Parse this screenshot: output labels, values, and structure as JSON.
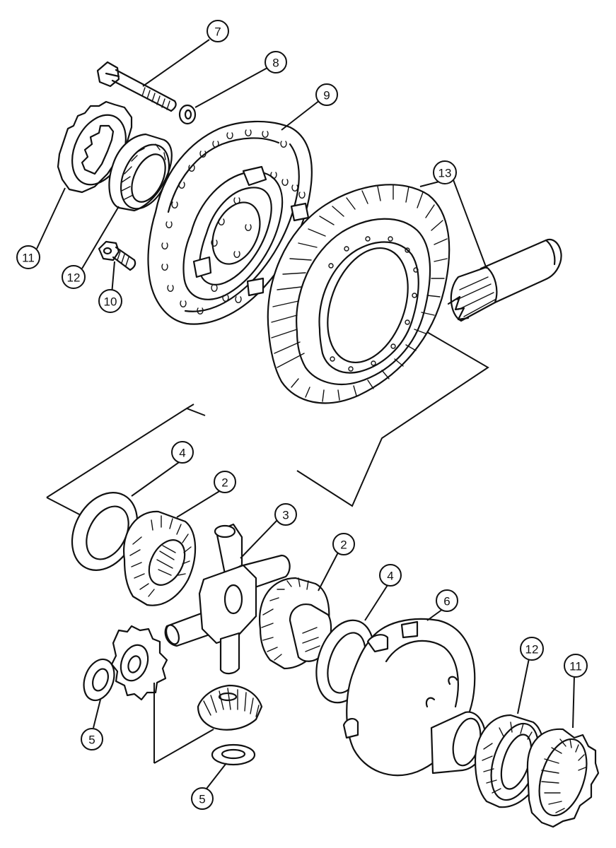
{
  "callouts": [
    {
      "id": "c7",
      "label": "7"
    },
    {
      "id": "c8",
      "label": "8"
    },
    {
      "id": "c9",
      "label": "9"
    },
    {
      "id": "c13",
      "label": "13"
    },
    {
      "id": "c11a",
      "label": "11"
    },
    {
      "id": "c12a",
      "label": "12"
    },
    {
      "id": "c10",
      "label": "10"
    },
    {
      "id": "c4a",
      "label": "4"
    },
    {
      "id": "c2a",
      "label": "2"
    },
    {
      "id": "c3",
      "label": "3"
    },
    {
      "id": "c2b",
      "label": "2"
    },
    {
      "id": "c4b",
      "label": "4"
    },
    {
      "id": "c6",
      "label": "6"
    },
    {
      "id": "c12b",
      "label": "12"
    },
    {
      "id": "c11b",
      "label": "11"
    },
    {
      "id": "c5a",
      "label": "5"
    },
    {
      "id": "c5b",
      "label": "5"
    }
  ]
}
